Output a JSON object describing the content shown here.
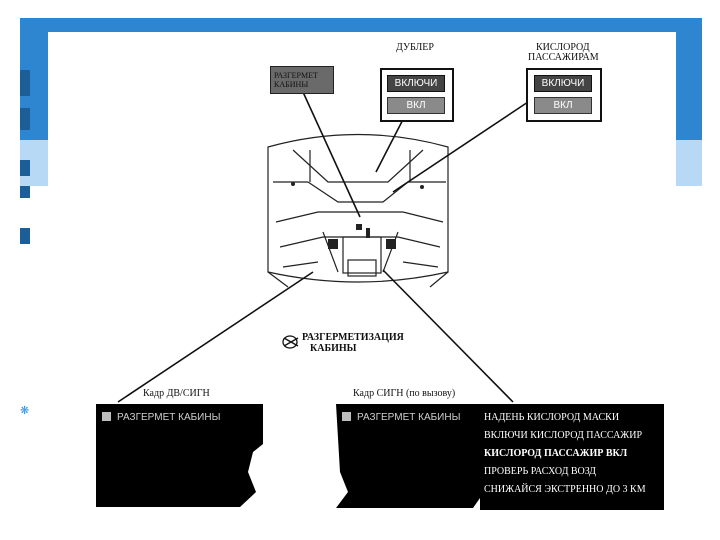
{
  "colors": {
    "slide_accent": "#2e86d0",
    "slide_light": "#cfe8fb",
    "screen_bg": "#000000"
  },
  "bullet": "❋",
  "panels": {
    "cabin_pressure": {
      "title": "РАЗГЕРМЕТ КАБИНЫ"
    },
    "duplicate": {
      "title": "ДУБЛЕР",
      "btn_on": "ВКЛЮЧИ",
      "btn_state": "ВКЛ"
    },
    "oxygen": {
      "title_line1": "КИСЛОРОД",
      "title_line2": "ПАССАЖИРАМ",
      "btn_on": "ВКЛЮЧИ",
      "btn_state": "ВКЛ"
    }
  },
  "depressurization_label": {
    "line1": "РАЗГЕРМЕТИЗАЦИЯ",
    "line2": "КАБИНЫ"
  },
  "frame_left": {
    "caption": "Кадр ДВ/СИГН",
    "alarm": "РАЗГЕРМЕТ КАБИНЫ"
  },
  "frame_right": {
    "caption": "Кадр СИГН (по вызову)",
    "alarm": "РАЗГЕРМЕТ КАБИНЫ",
    "messages": [
      "НАДЕНЬ КИСЛОРОД МАСКИ",
      "ВКЛЮЧИ КИСЛОРОД ПАССАЖИР",
      "КИСЛОРОД ПАССАЖИР ВКЛ",
      "ПРОВЕРЬ РАСХОД ВОЗД",
      "СНИЖАЙСЯ ЭКСТРЕННО ДО 3 КМ"
    ]
  }
}
